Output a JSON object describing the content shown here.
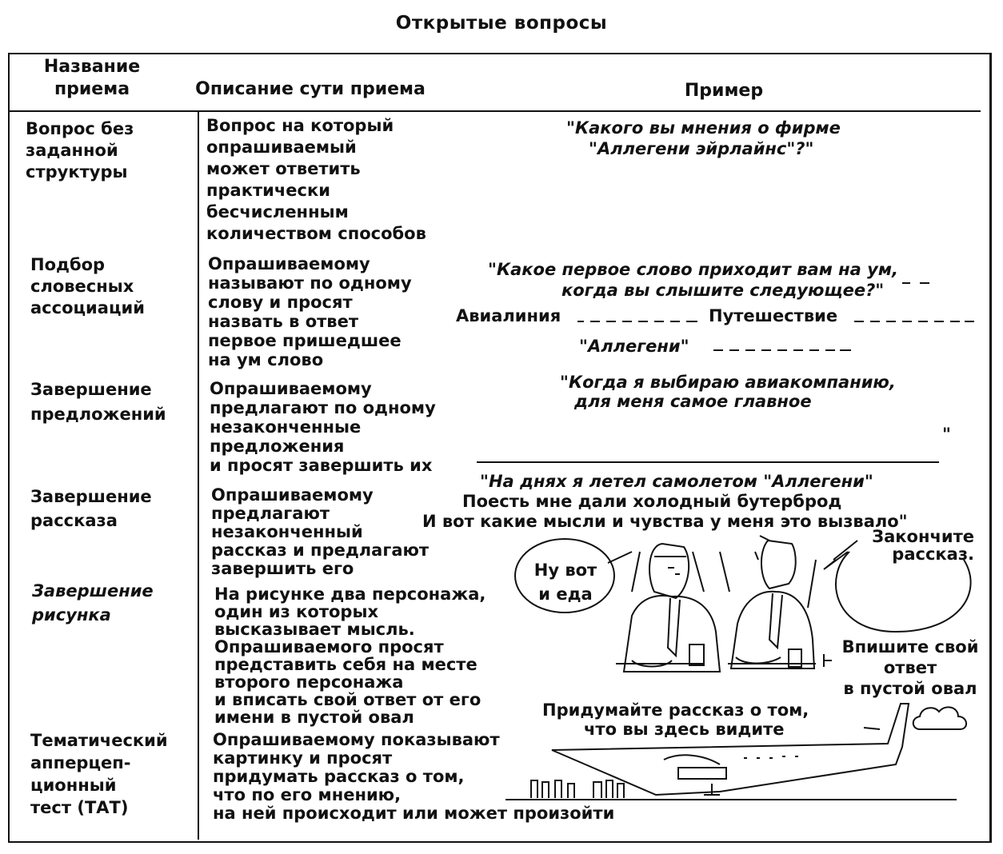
{
  "title": "Открытые вопросы",
  "headers": {
    "name_line1": "Название",
    "name_line2": "приема",
    "description": "Описание сути приема",
    "example": "Пример"
  },
  "rows": [
    {
      "name": [
        "Вопрос без",
        "заданной",
        "структуры"
      ],
      "description": [
        "Вопрос  на который",
        "опрашиваемый",
        "может ответить",
        "практически",
        "бесчисленным",
        "количеством способов"
      ],
      "example": [
        "\"Какого вы мнения о фирме",
        "\"Аллегени эйрлайнс\"?\""
      ]
    },
    {
      "name": [
        "Подбор",
        "словесных",
        "ассоциаций"
      ],
      "description": [
        "Опрашиваемому",
        "называют по одному",
        "слову и просят",
        "назвать в ответ",
        "первое пришедшее",
        "на ум слово"
      ],
      "example": [
        "\"Какое первое слово приходит вам на ум,",
        "когда вы слышите следующее?\""
      ],
      "prompts": [
        "Авиалиния",
        "Путешествие",
        "\"Аллегени\""
      ]
    },
    {
      "name": [
        "Завершение",
        "предложений"
      ],
      "description": [
        "Опрашиваемому",
        "предлагают по одному",
        "незаконченные",
        "предложения",
        "и просят завершить их"
      ],
      "example": [
        "\"Когда я выбираю авиакомпанию,",
        "для меня самое главное"
      ],
      "closing_quote": "\""
    },
    {
      "name": [
        "Завершение",
        "рассказа"
      ],
      "description": [
        "Опрашиваемому",
        "предлагают",
        "незаконченный",
        "рассказ и предлагают",
        "завершить его"
      ],
      "example": [
        "\"На днях я летел самолетом \"Аллегени\"",
        "Поесть мне дали холодный бутерброд",
        "И вот какие мысли и чувства у меня это вызвало\""
      ],
      "callout": [
        "Закончите",
        "рассказ."
      ]
    },
    {
      "name": [
        "Завершение",
        "рисунка"
      ],
      "description": [
        "На рисунке два персонажа,",
        "один из которых",
        "высказывает мысль.",
        "Опрашиваемого просят",
        "представить себя на месте",
        "второго персонажа",
        "и вписать свой ответ от его",
        "имени в пустой овал"
      ],
      "speech_bubble": [
        "Ну вот",
        "и еда"
      ],
      "callout": [
        "Впишите свой",
        "ответ",
        "в пустой овал"
      ]
    },
    {
      "name": [
        "Тематический",
        "апперцеп-",
        "ционный",
        "тест (ТАТ)"
      ],
      "description": [
        "Опрашиваемому показывают",
        "картинку и просят",
        "придумать рассказ о том,",
        "что по его мнению,",
        "на ней происходит или может произойти"
      ],
      "callout": [
        "Придумайте рассказ о том,",
        "что вы здесь видите"
      ]
    }
  ]
}
